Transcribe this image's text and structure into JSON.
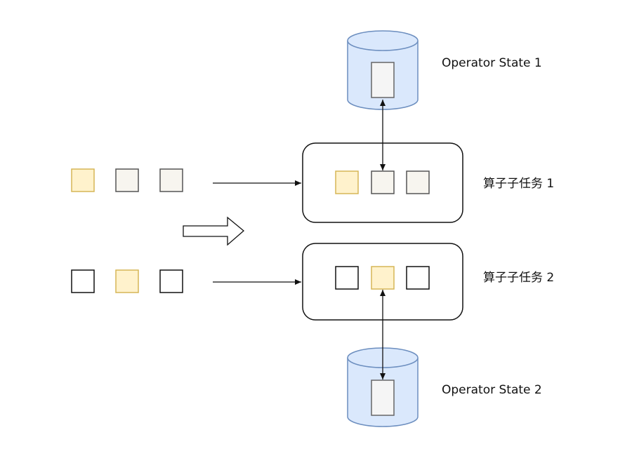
{
  "labels": {
    "state1": "Operator State 1",
    "state2": "Operator State 2",
    "task1": "算子子任务 1",
    "task2": "算子子任务 2"
  },
  "colors": {
    "yellow_fill": "#fff2cc",
    "yellow_stroke": "#d6b656",
    "grey_fill": "#f7f5ef",
    "grey_stroke": "#555555",
    "white_fill": "#ffffff",
    "black_stroke": "#111111",
    "cylinder_fill": "#dae8fc",
    "cylinder_stroke": "#6c8ebf",
    "slot_fill": "#f5f5f5",
    "slot_stroke": "#666666"
  },
  "rows": [
    {
      "name": "row-1-input",
      "items": [
        "yellow",
        "grey",
        "grey"
      ]
    },
    {
      "name": "row-2-input",
      "items": [
        "white",
        "yellow",
        "white"
      ]
    }
  ],
  "tasks": [
    {
      "name": "task-1",
      "items": [
        "yellow",
        "grey",
        "grey"
      ]
    },
    {
      "name": "task-2",
      "items": [
        "white",
        "yellow",
        "white"
      ]
    }
  ]
}
